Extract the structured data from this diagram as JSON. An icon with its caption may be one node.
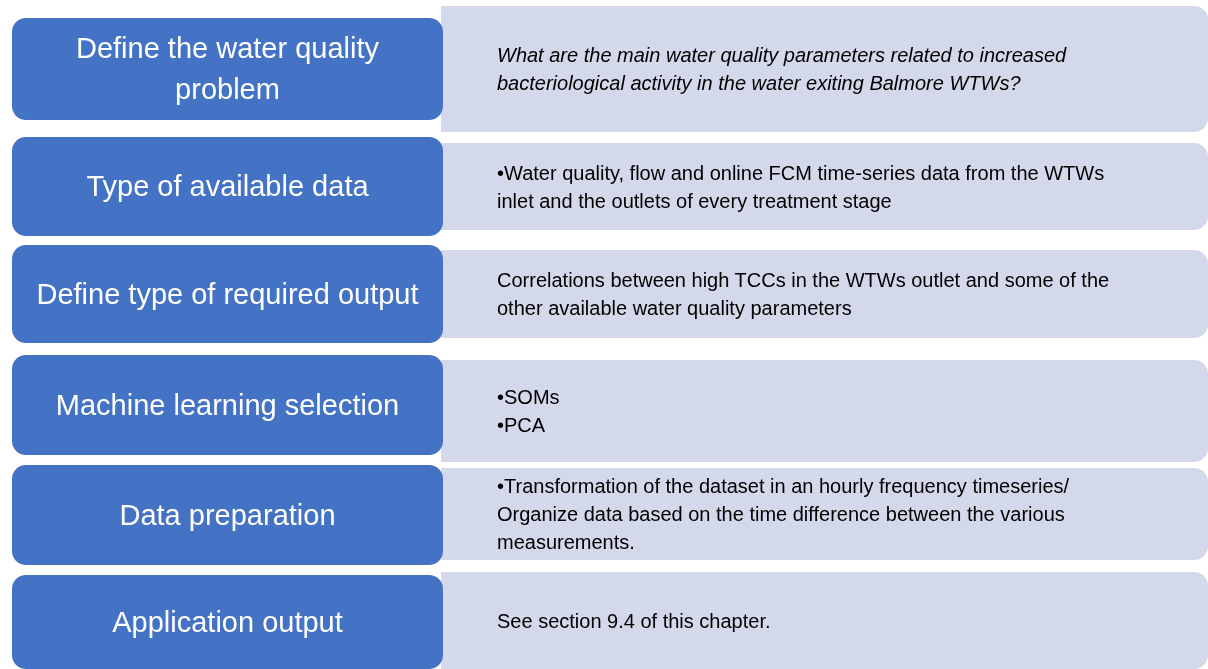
{
  "diagram": {
    "nodes": [
      {
        "text": [
          "Define the water quality problem"
        ]
      },
      {
        "text": [
          "What are the main water quality parameters related to increased bacteriological activity in the water exiting Balmore WTWs?"
        ]
      },
      {
        "text": [
          "Type of available data"
        ]
      },
      {
        "text": [
          "•Water quality, flow and online FCM time-series data from the WTWs inlet and the outlets of every treatment stage"
        ]
      },
      {
        "text": [
          "Define type of required output"
        ]
      },
      {
        "text": [
          "Correlations between high TCCs  in the WTWs outlet and some of the other available water quality parameters"
        ]
      },
      {
        "text": [
          "Machine learning selection"
        ]
      },
      {
        "text": [
          "•SOMs",
          "•PCA"
        ]
      },
      {
        "text": [
          "Data preparation"
        ]
      },
      {
        "text": [
          "•Transformation of the  dataset in an hourly frequency timeseries/ Organize data based on the time difference between the various measurements."
        ]
      },
      {
        "text": [
          "Application output"
        ]
      },
      {
        "text": [
          "See section 9.4 of this chapter."
        ]
      }
    ]
  }
}
